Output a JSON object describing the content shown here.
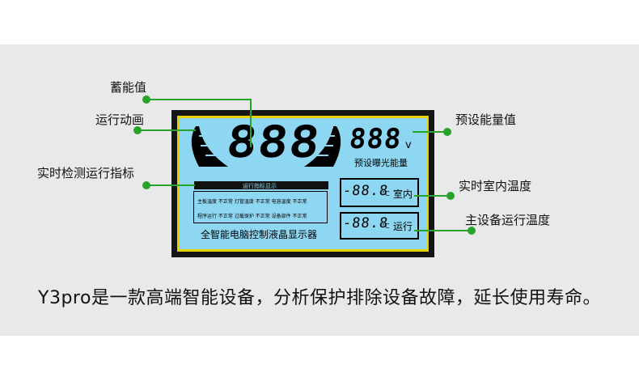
{
  "labels": {
    "storage_value": "蓄能值",
    "run_animation": "运行动画",
    "realtime_indicator": "实时检测运行指标",
    "preset_energy": "预设能量值",
    "room_temp": "实时室内温度",
    "device_temp": "主设备运行温度"
  },
  "display": {
    "big_digits": "888",
    "volt_digits": "888",
    "volt_unit": "v",
    "preset_caption": "预设曝光能量",
    "indicator_title": "运行指标显示",
    "indicator_row1": "主板温度 不正常  灯管温度 不正常  电容温度 不正常",
    "indicator_row2": "程序运行 不正常  过载保护 不正常  设备部件 不正常",
    "bottom_caption": "全智能电脑控制液晶显示器",
    "room_value": "-88.8",
    "room_unit": "°C",
    "room_label": "室内",
    "run_value": "-88.8",
    "run_unit": "°C",
    "run_label": "运行"
  },
  "caption": "Y3pro是一款高端智能设备，分析保护排除设备故障，延长使用寿命。",
  "colors": {
    "band": "#e9e9e9",
    "lcd_background": "#8ed7f2",
    "frame": "#151515",
    "border_yellow": "#e7d100",
    "leader_green": "#27a32a"
  }
}
